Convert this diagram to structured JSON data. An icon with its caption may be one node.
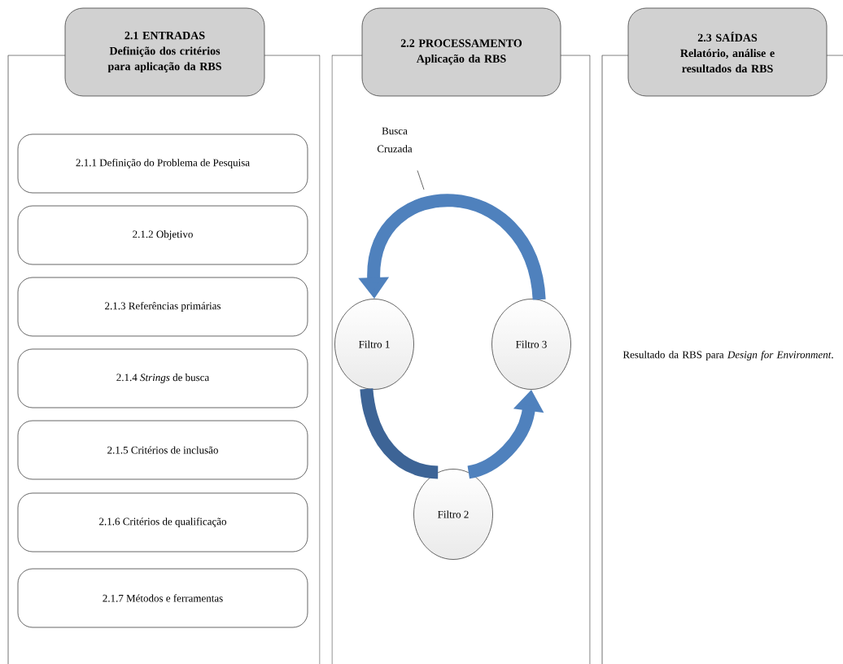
{
  "diagram": {
    "nodes": [
      {
        "text": [
          "2.1 ENTRADAS",
          "Definição dos critérios para aplicação da RBS"
        ]
      },
      {
        "text": [
          "2.1.1 Definição do Problema de Pesquisa"
        ],
        "in": 0
      },
      {
        "text": [
          "2.1.2 Objetivo"
        ],
        "in": 0
      },
      {
        "text": [
          "2.1.3 Referências primárias"
        ],
        "in": 0
      },
      {
        "text": [
          "2.1.4 *Strings* de busca"
        ],
        "in": 0
      },
      {
        "text": [
          "2.1.5 Critérios de inclusão"
        ],
        "in": 0
      },
      {
        "text": [
          "2.1.6 Critérios de qualificação"
        ],
        "in": 0
      },
      {
        "text": [
          "2.1.7 Métodos e ferramentas"
        ],
        "in": 0
      },
      {
        "text": [
          "2.2 PROCESSAMENTO",
          "Aplicação da RBS"
        ]
      },
      {
        "text": [
          "Busca Cruzada"
        ],
        "in": 8
      },
      {
        "text": [
          "Filtro 1"
        ],
        "in": 8
      },
      {
        "text": [
          "Filtro 2"
        ],
        "in": 8
      },
      {
        "text": [
          "Filtro 3"
        ],
        "in": 8
      },
      {
        "text": [
          "2.3 SAÍDAS",
          "Relatório, análise e resultados da RBS",
          "Resultado da RBS para *Design for Environment*."
        ]
      }
    ],
    "edges": [
      {
        "from": 12,
        "to": 10,
        "arrow": "to"
      },
      {
        "from": 10,
        "to": 11,
        "arrow": "none",
        "color": "#3d6496"
      },
      {
        "from": 11,
        "to": 12,
        "arrow": "to"
      },
      {
        "from": 9,
        "to": null,
        "arrow": "none",
        "color": "#000000"
      }
    ]
  }
}
